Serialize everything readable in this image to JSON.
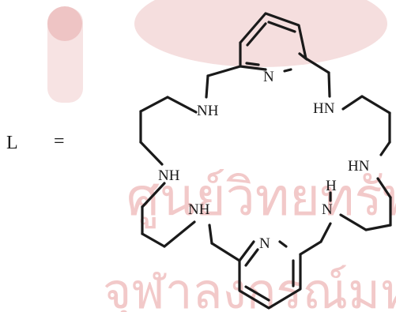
{
  "equation": {
    "lhs": "L",
    "op": "="
  },
  "watermark": {
    "thai_line1": "ศูนย์วิทยทรัพย",
    "thai_line2": "จุฬาลงกรณ์มหาวิ",
    "color": "#f2c9c9"
  },
  "atoms": {
    "n_top": "N",
    "nh_upper_left": "NH",
    "hn_upper_right": "HN",
    "nh_mid_left": "NH",
    "hn_right": "HN",
    "h_right_label": "H",
    "n_right": "N",
    "nh_lower_left": "NH",
    "n_bottom": "N"
  },
  "colors": {
    "ink": "#1a1a1a",
    "emblem": "#f5dede",
    "emblem_accent": "#e8b3b3"
  }
}
